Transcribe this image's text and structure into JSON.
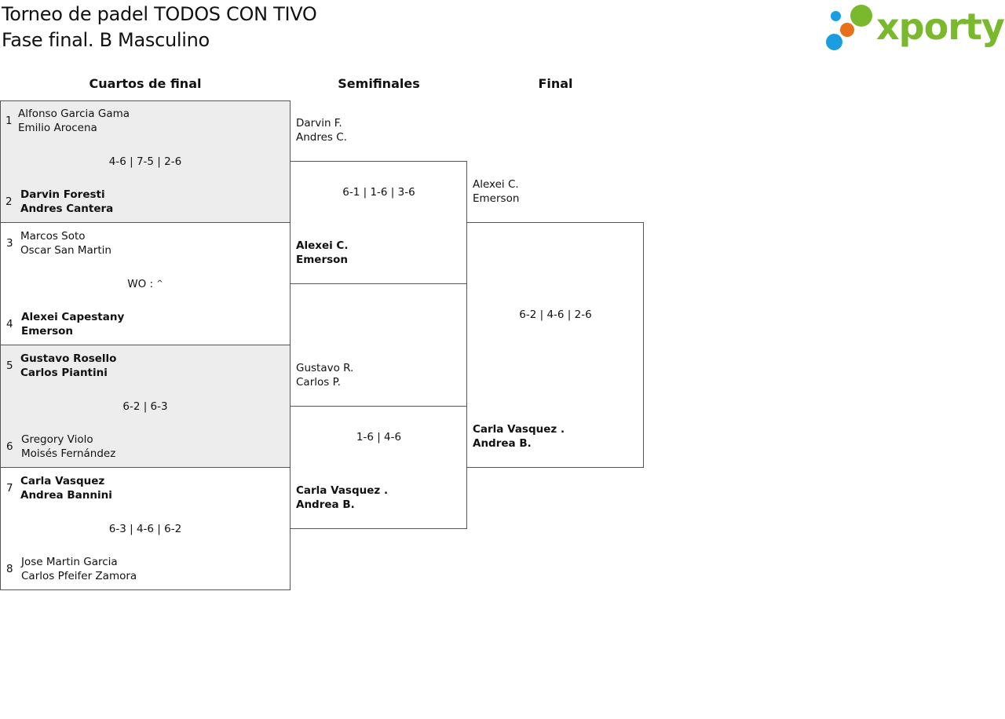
{
  "header": {
    "title_line1": "Torneo de padel TODOS CON TIVO",
    "title_line2": "Fase final. B Masculino",
    "logo_text": "xporty"
  },
  "columns": {
    "quarterfinals": "Cuartos de final",
    "semifinals": "Semifinales",
    "final": "Final"
  },
  "quarterfinals": [
    {
      "top": {
        "seed": "1",
        "player1": "Alfonso Garcia Gama",
        "player2": "Emilio Arocena",
        "winner": false
      },
      "score": "4-6 | 7-5 | 2-6",
      "bottom": {
        "seed": "2",
        "player1": "Darvin Foresti",
        "player2": "Andres Cantera",
        "winner": true
      }
    },
    {
      "top": {
        "seed": "3",
        "player1": "Marcos Soto",
        "player2": "Oscar San Martin",
        "winner": false
      },
      "score": "WO :",
      "score_icon": "^",
      "bottom": {
        "seed": "4",
        "player1": "Alexei Capestany",
        "player2": "Emerson",
        "winner": true
      }
    },
    {
      "top": {
        "seed": "5",
        "player1": "Gustavo Rosello",
        "player2": "Carlos Piantini",
        "winner": true
      },
      "score": "6-2 | 6-3",
      "bottom": {
        "seed": "6",
        "player1": "Gregory Violo",
        "player2": "Moisés Fernández",
        "winner": false
      }
    },
    {
      "top": {
        "seed": "7",
        "player1": "Carla Vasquez",
        "player2": "Andrea Bannini",
        "winner": true
      },
      "score": "6-3 | 4-6 | 6-2",
      "bottom": {
        "seed": "8",
        "player1": "Jose Martin Garcia",
        "player2": "Carlos Pfeifer Zamora",
        "winner": false
      }
    }
  ],
  "semifinals": [
    {
      "top": {
        "player1": "Darvin F.",
        "player2": "Andres C.",
        "winner": false
      },
      "score": "6-1 | 1-6 | 3-6",
      "bottom": {
        "player1": "Alexei C.",
        "player2": "Emerson",
        "winner": true
      }
    },
    {
      "top": {
        "player1": "Gustavo R.",
        "player2": "Carlos P.",
        "winner": false
      },
      "score": "1-6 | 4-6",
      "bottom": {
        "player1": "Carla Vasquez .",
        "player2": "Andrea B.",
        "winner": true
      }
    }
  ],
  "final": {
    "top": {
      "player1": "Alexei C.",
      "player2": "Emerson",
      "winner": false
    },
    "score": "6-2 | 4-6 | 2-6",
    "bottom": {
      "player1": "Carla Vasquez .",
      "player2": "Andrea B.",
      "winner": true
    }
  },
  "colors": {
    "logo_green": "#7ab82d",
    "logo_blue": "#1a9ee0",
    "logo_orange": "#e8701a",
    "shaded_bg": "#ededed",
    "border": "#555555"
  }
}
